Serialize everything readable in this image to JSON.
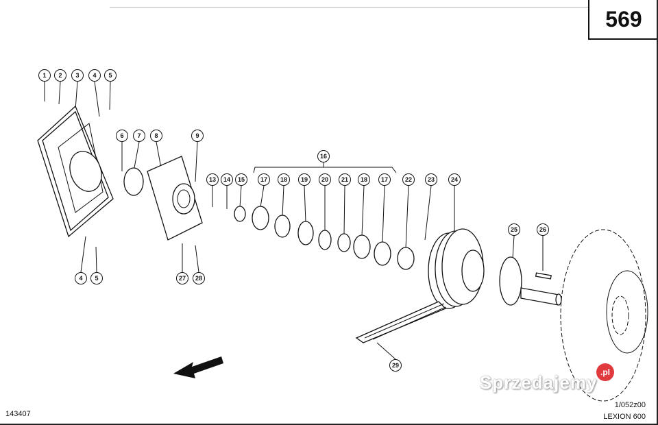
{
  "header": {
    "page_number": "569"
  },
  "footer": {
    "drawing_code": "143407",
    "reference_code": "1/052z00",
    "model": "LEXION 600"
  },
  "watermark": {
    "text": "Sprzedajemy",
    "badge": ".pl"
  },
  "callouts": [
    "1",
    "2",
    "3",
    "4",
    "5",
    "6",
    "7",
    "8",
    "9",
    "13",
    "14",
    "15",
    "16",
    "17",
    "18",
    "19",
    "20",
    "21",
    "18",
    "17",
    "22",
    "23",
    "24",
    "25",
    "26",
    "4",
    "5",
    "27",
    "28",
    "29"
  ]
}
